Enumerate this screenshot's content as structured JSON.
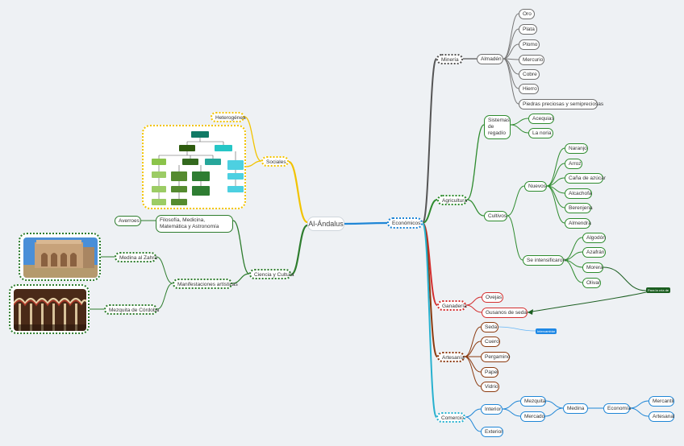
{
  "root": "Al-Ándalus",
  "colors": {
    "economicos": "#1f86d6",
    "mineria": "#555555",
    "agricultura": "#2e8b2e",
    "ganaderia": "#d32f2f",
    "artesania": "#8b3a0f",
    "comercio": "#27b1cf",
    "sociales": "#f2c300",
    "ciencia": "#2e7d2e"
  },
  "economicos": {
    "label": "Económicos",
    "mineria": {
      "label": "Minería",
      "almaden": "Almadén",
      "items": [
        "Oro",
        "Plata",
        "Plomo",
        "Mercurio",
        "Cobre",
        "Hierro",
        "Piedras preciosas y semipreciosas"
      ]
    },
    "agricultura": {
      "label": "Agricultura",
      "regadio": "Sistemas de regadío",
      "regadio_items": [
        "Acequias",
        "La noria"
      ],
      "cultivos": "Cultivos",
      "nuevos": "Nuevos",
      "nuevos_items": [
        "Naranjo",
        "Arroz",
        "Caña de azúcar",
        "Alcachofa",
        "Berenjena",
        "Almendra"
      ],
      "intens": "Se intensificaron",
      "intens_items": [
        "Algodón",
        "Azafrán",
        "Morera",
        "Olivar"
      ],
      "callout": "Para la cría de"
    },
    "ganaderia": {
      "label": "Ganadería",
      "items": [
        "Ovejas",
        "Gusanos de seda"
      ]
    },
    "artesania": {
      "label": "Artesanía",
      "items": [
        "Seda",
        "Cuero",
        "Pergamino",
        "Papel",
        "Vidrio"
      ],
      "tag": "Intercambiar"
    },
    "comercio": {
      "label": "Comercio",
      "interior": "Interior",
      "exterior": "Exterior",
      "interior_items": [
        "Mezquita",
        "Mercado"
      ],
      "medina": "Medina",
      "economia": "Economía",
      "economia_items": [
        "Mercantil",
        "Artesanal"
      ]
    }
  },
  "sociales": {
    "label": "Sociales",
    "heterogenea": "Heterogénea"
  },
  "ciencia": {
    "label": "Ciencia y Cultura",
    "filosofia": "Filosofía, Medicina, Matemática y Astronomía",
    "averroes": "Averroes",
    "manifestaciones": "Manifestaciones artísticas",
    "medina_zahra": "Medina al Zahra",
    "mezquita_cordoba": "Mezquita de Córdoba"
  }
}
